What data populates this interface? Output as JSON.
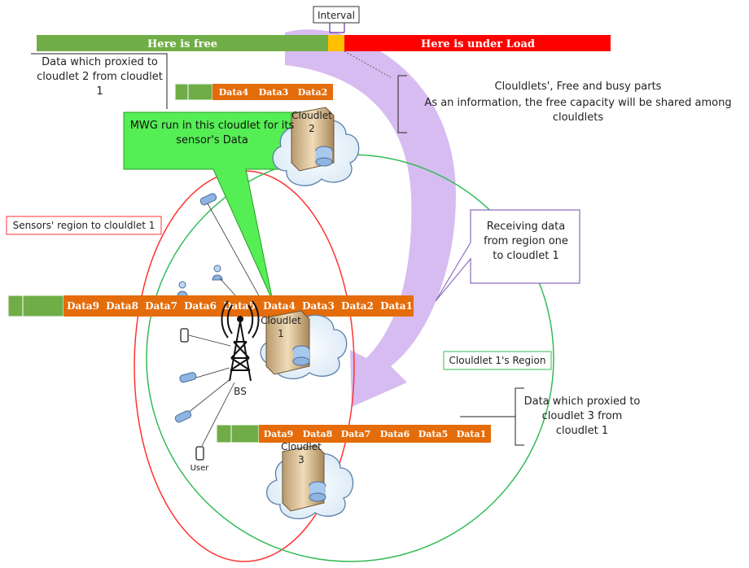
{
  "top_bar": {
    "free_label": "Here is free",
    "load_label": "Here is under Load",
    "interval_label": "Interval"
  },
  "labels": {
    "proxied_to_cloudlet2": "Data which proxied to cloudlet 2 from cloudlet 1",
    "free_busy_info_line1": "Clouldlets', Free and busy parts",
    "free_busy_info_line2": "As an information, the free capacity will be shared among clouldlets",
    "mwg_callout": "MWG run in this cloudlet for its sensor's Data",
    "sensors_region": "Sensors' region to clouldlet 1",
    "receiving_callout": "Receiving data from region one to cloudlet 1",
    "cloudlet1_region": "Clouldlet 1's Region",
    "proxied_to_cloudlet3": "Data which proxied to cloudlet 3 from cloudlet 1",
    "bs": "BS",
    "user": "User"
  },
  "cloudlets": [
    {
      "name": "Cloudlet",
      "number": "2"
    },
    {
      "name": "Cloudlet",
      "number": "1"
    },
    {
      "name": "Cloudlet",
      "number": "3"
    }
  ],
  "queues": {
    "cloudlet2": [
      "Data4",
      "Data3",
      "Data2"
    ],
    "cloudlet1": [
      "Data9",
      "Data8",
      "Data7",
      "Data6",
      "Data5",
      "Data4",
      "Data3",
      "Data2",
      "Data1"
    ],
    "cloudlet3": [
      "Data9",
      "Data8",
      "Data7",
      "Data6",
      "Data5",
      "Data1"
    ]
  },
  "colors": {
    "free": "#70ad47",
    "load": "#ff0000",
    "interval": "#ffc000",
    "queue": "#e46c0a",
    "mwg": "#55ee55",
    "arrow": "#c9a5ec",
    "sensor_region": "#ff3333",
    "cloudlet_region": "#33bb55"
  }
}
